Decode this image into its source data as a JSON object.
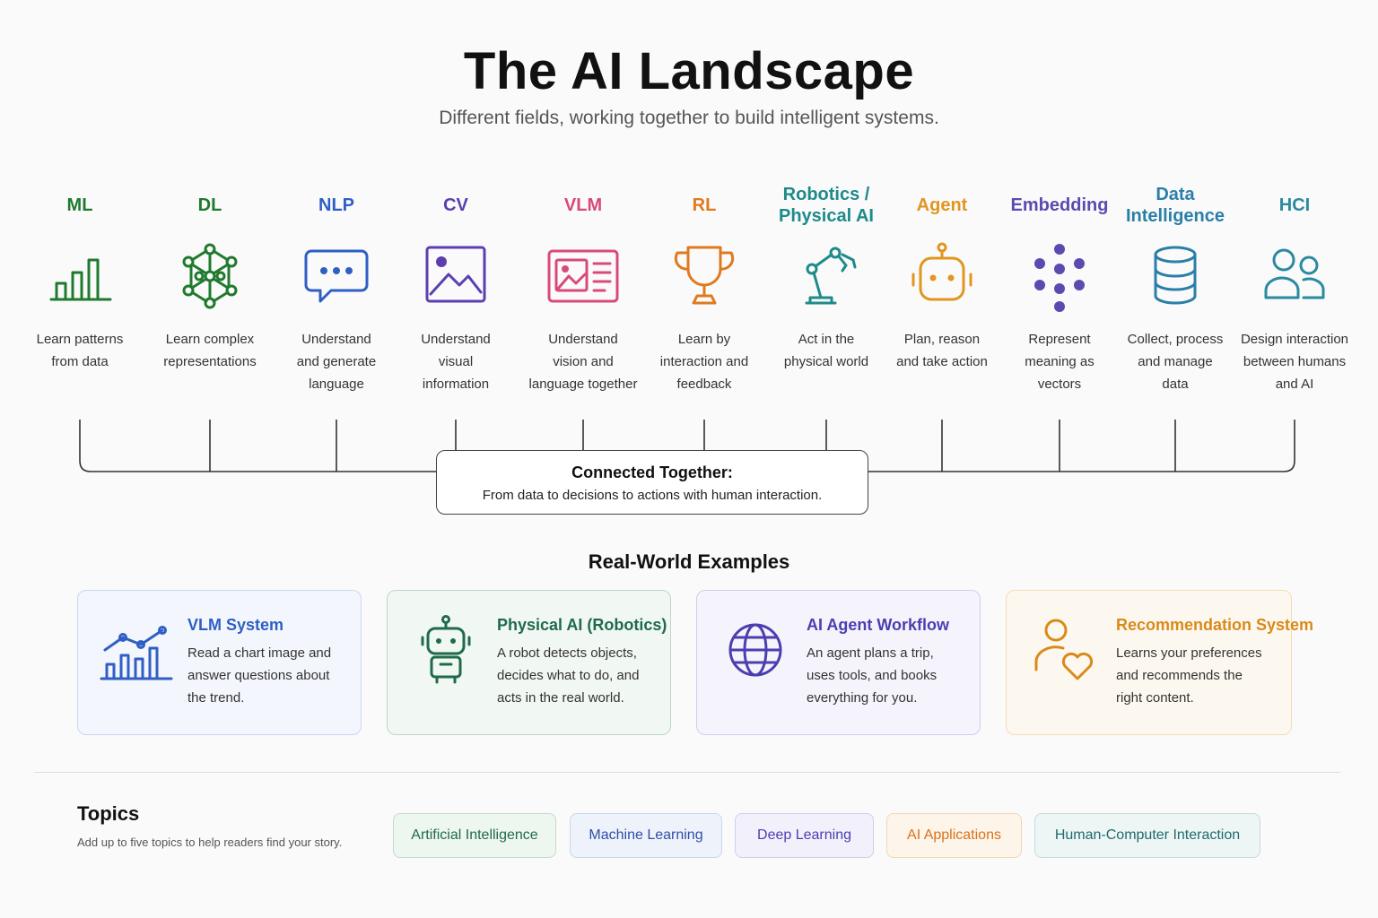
{
  "header": {
    "title": "The AI Landscape",
    "subtitle": "Different fields, working together to build intelligent systems."
  },
  "fields": [
    {
      "name": "ML",
      "desc": "Learn patterns\nfrom data",
      "color": "#1f7a2e",
      "icon": "bar-chart-icon"
    },
    {
      "name": "DL",
      "desc": "Learn complex\nrepresentations",
      "color": "#1f7a2e",
      "icon": "neural-network-icon"
    },
    {
      "name": "NLP",
      "desc": "Understand\nand generate\nlanguage",
      "color": "#2f5fc4",
      "icon": "chat-bubble-icon"
    },
    {
      "name": "CV",
      "desc": "Understand\nvisual\ninformation",
      "color": "#5b3fb0",
      "icon": "image-icon"
    },
    {
      "name": "VLM",
      "desc": "Understand\nvision and\nlanguage together",
      "color": "#d94a78",
      "icon": "image-text-icon"
    },
    {
      "name": "RL",
      "desc": "Learn by\ninteraction and\nfeedback",
      "color": "#e07a1f",
      "icon": "trophy-icon"
    },
    {
      "name": "Robotics /\nPhysical AI",
      "desc": "Act in the\nphysical world",
      "color": "#1f8a8a",
      "icon": "robot-arm-icon"
    },
    {
      "name": "Agent",
      "desc": "Plan, reason\nand take action",
      "color": "#e0961f",
      "icon": "robot-head-icon"
    },
    {
      "name": "Embedding",
      "desc": "Represent\nmeaning as\nvectors",
      "color": "#5b4ab0",
      "icon": "dots-cluster-icon"
    },
    {
      "name": "Data\nIntelligence",
      "desc": "Collect, process\nand manage\ndata",
      "color": "#2a7fa8",
      "icon": "database-icon"
    },
    {
      "name": "HCI",
      "desc": "Design interaction\nbetween humans\nand AI",
      "color": "#2a8aa0",
      "icon": "users-icon"
    }
  ],
  "connected": {
    "title": "Connected Together:",
    "desc": "From data to decisions to actions with human interaction."
  },
  "examples": {
    "title": "Real-World Examples",
    "items": [
      {
        "title": "VLM System",
        "desc": "Read a chart image and\nanswer questions about\nthe trend.",
        "color": "#2f5fc4",
        "bg": "#f3f6fd",
        "border": "#c9d6f2",
        "icon": "chart-trend-icon"
      },
      {
        "title": "Physical AI (Robotics)",
        "desc": "A robot detects objects,\ndecides what to do, and\nacts in the real world.",
        "color": "#1f6b4a",
        "bg": "#f1f7f3",
        "border": "#bcd8c7",
        "icon": "robot-icon"
      },
      {
        "title": "AI Agent Workflow",
        "desc": "An agent plans a trip,\nuses tools, and books\neverything for you.",
        "color": "#4b3fb0",
        "bg": "#f5f3fc",
        "border": "#d2ccef",
        "icon": "globe-icon"
      },
      {
        "title": "Recommendation System",
        "desc": "Learns your preferences\nand recommends the\nright content.",
        "color": "#d98a1a",
        "bg": "#fdf8ef",
        "border": "#f2dcb6",
        "icon": "user-heart-icon"
      }
    ]
  },
  "topics": {
    "title": "Topics",
    "hint": "Add up to five topics to help readers find your story.",
    "tags": [
      {
        "label": "Artificial Intelligence",
        "color": "#1f6b4a",
        "bg": "#eef6f0",
        "border": "#c3dccb"
      },
      {
        "label": "Machine Learning",
        "color": "#2f4fa8",
        "bg": "#eef2fb",
        "border": "#c9d4ef"
      },
      {
        "label": "Deep Learning",
        "color": "#4b3fb0",
        "bg": "#f2f0fb",
        "border": "#d2ccef"
      },
      {
        "label": "AI Applications",
        "color": "#d9731a",
        "bg": "#fdf4ea",
        "border": "#f2d6b6"
      },
      {
        "label": "Human-Computer Interaction",
        "color": "#1f6b6b",
        "bg": "#eef5f5",
        "border": "#c3dcdc"
      }
    ]
  }
}
